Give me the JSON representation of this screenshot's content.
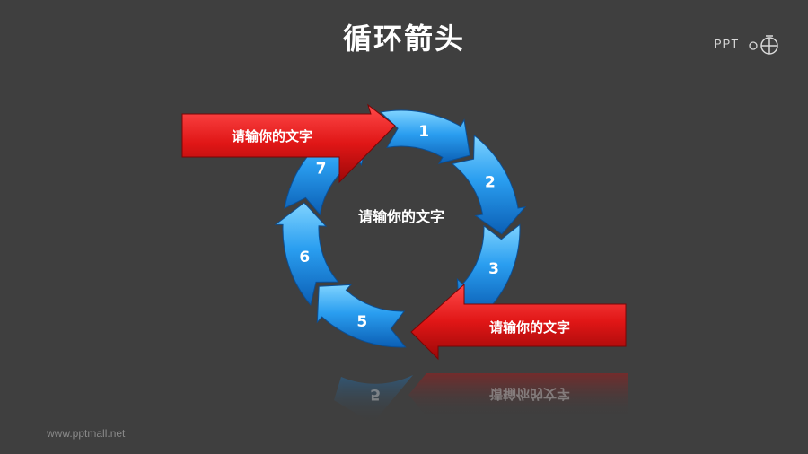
{
  "title": "循环箭头",
  "logo": {
    "text": "PPT"
  },
  "center_text": "请输你的文字",
  "red_arrows": [
    {
      "label": "请输你的文字"
    },
    {
      "label": "请输你的文字"
    }
  ],
  "steps": [
    "1",
    "2",
    "3",
    "5",
    "6",
    "7"
  ],
  "footer": "www.pptmall.net",
  "colors": {
    "background": "#3f3f3f",
    "blue": "#1f8ee0",
    "red": "#e01818"
  }
}
